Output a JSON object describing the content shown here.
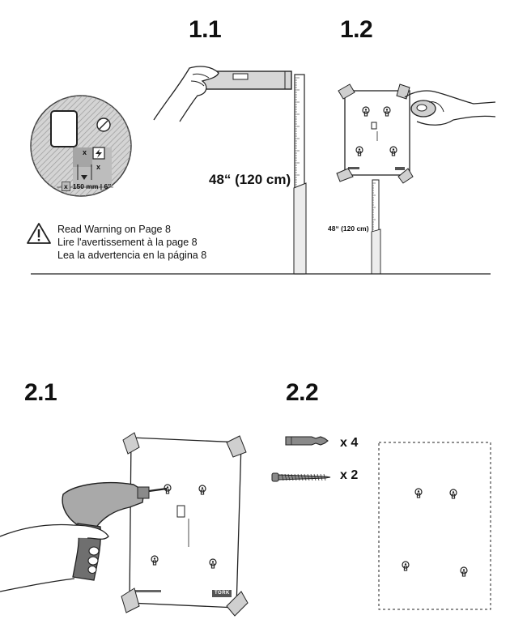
{
  "steps": {
    "s11": "1.1",
    "s12": "1.2",
    "s21": "2.1",
    "s22": "2.2"
  },
  "warning": {
    "line_en": "Read Warning on Page 8",
    "line_fr": "Lire l'avertissement à la page 8",
    "line_es": "Lea la advertencia en la página 8",
    "icon": "warning-triangle-icon"
  },
  "detail": {
    "clearance": "150 mm | 6\"",
    "x_mark": "x"
  },
  "dimension": {
    "height_large": "48“ (120 cm)",
    "height_small": "48“ (120 cm)"
  },
  "parts": {
    "anchor_qty": "x 4",
    "screw_qty": "x 2"
  },
  "brand": {
    "name": "TORK"
  }
}
